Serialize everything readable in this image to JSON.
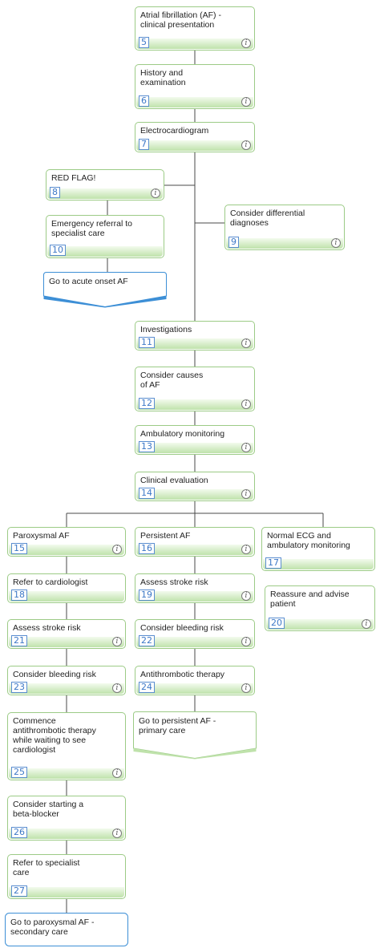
{
  "nodes": {
    "n5": {
      "label": "Atrial fibrillation (AF) -\nclinical presentation",
      "num": "5",
      "info": "i"
    },
    "n6": {
      "label": "History and\nexamination",
      "num": "6",
      "info": "i"
    },
    "n7": {
      "label": "Electrocardiogram",
      "num": "7",
      "info": "i"
    },
    "n8": {
      "label": "RED FLAG!",
      "num": "8",
      "info": "i"
    },
    "n9": {
      "label": "Consider differential\ndiagnoses",
      "num": "9",
      "info": "i"
    },
    "n10": {
      "label": "Emergency referral to\nspecialist care",
      "num": "10",
      "info": ""
    },
    "n11": {
      "label": "Investigations",
      "num": "11",
      "info": "i"
    },
    "n12": {
      "label": "Consider causes\nof AF",
      "num": "12",
      "info": "i"
    },
    "n13": {
      "label": "Ambulatory monitoring",
      "num": "13",
      "info": "i"
    },
    "n14": {
      "label": "Clinical evaluation",
      "num": "14",
      "info": "i"
    },
    "n15": {
      "label": "Paroxysmal AF",
      "num": "15",
      "info": "i"
    },
    "n16": {
      "label": "Persistent AF",
      "num": "16",
      "info": "i"
    },
    "n17": {
      "label": "Normal ECG and\nambulatory monitoring",
      "num": "17",
      "info": ""
    },
    "n18": {
      "label": "Refer to cardiologist",
      "num": "18",
      "info": ""
    },
    "n19": {
      "label": "Assess stroke risk",
      "num": "19",
      "info": "i"
    },
    "n20": {
      "label": "Reassure and advise\npatient",
      "num": "20",
      "info": "i"
    },
    "n21": {
      "label": "Assess stroke risk",
      "num": "21",
      "info": "i"
    },
    "n22": {
      "label": "Consider bleeding risk",
      "num": "22",
      "info": "i"
    },
    "n23": {
      "label": "Consider bleeding risk",
      "num": "23",
      "info": "i"
    },
    "n24": {
      "label": "Antithrombotic therapy",
      "num": "24",
      "info": "i"
    },
    "n25": {
      "label": "Commence\nantithrombotic therapy\nwhile waiting to see\ncardiologist",
      "num": "25",
      "info": "i"
    },
    "n26": {
      "label": "Consider starting a\nbeta-blocker",
      "num": "26",
      "info": "i"
    },
    "n27": {
      "label": "Refer to specialist\ncare",
      "num": "27",
      "info": ""
    }
  },
  "gotos": {
    "acute": {
      "label": "Go to acute onset AF"
    },
    "persistent": {
      "label": "Go to persistent AF -\nprimary care"
    },
    "paroxysmal": {
      "label": "Go to paroxysmal AF -\nsecondary care"
    }
  },
  "colors": {
    "node_border": "#9ccb86",
    "node_bar": "#bfe2ab",
    "number_text": "#3d78c7",
    "goto_blue": "#3d8fd6",
    "goto_green": "#9ccb86",
    "connector": "#4a4a4a"
  }
}
